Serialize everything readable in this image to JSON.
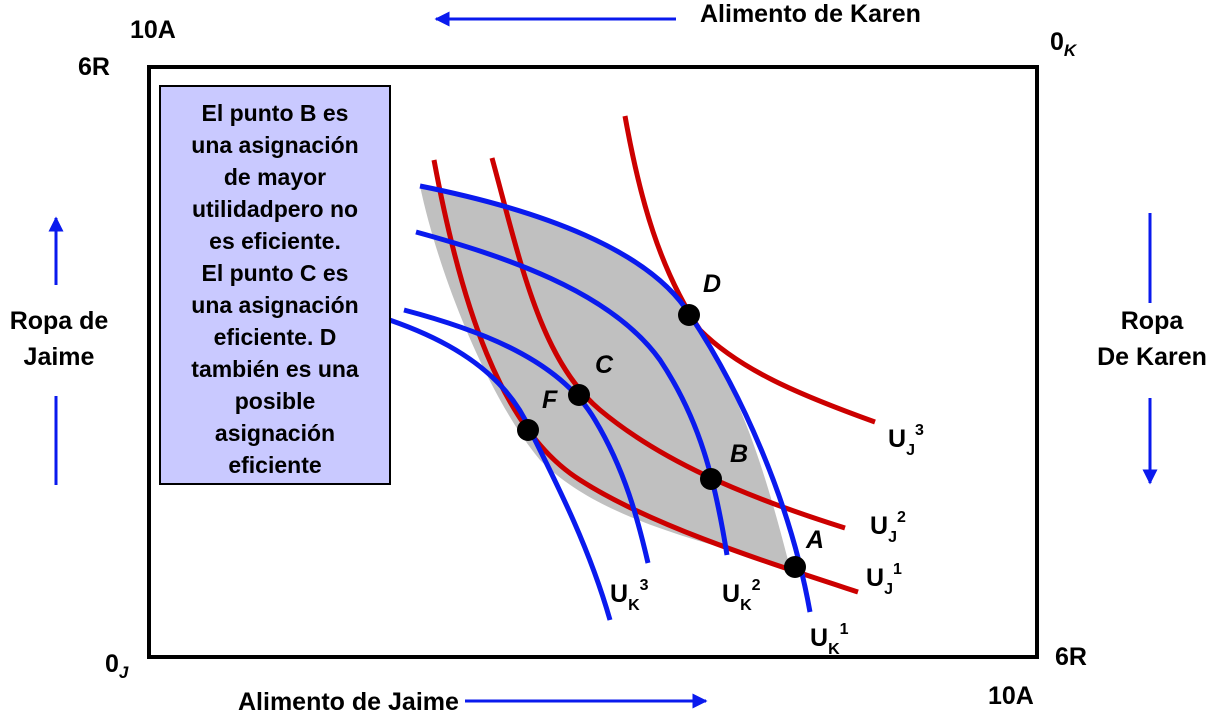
{
  "corners": {
    "top_left_a": "10A",
    "top_left_r": "6R",
    "top_right": "0",
    "top_right_sub": "K",
    "bottom_left": "0",
    "bottom_left_sub": "J",
    "bottom_right_r": "6R",
    "bottom_right_a": "10A"
  },
  "axes": {
    "top": "Alimento de Karen",
    "bottom": "Alimento de Jaime",
    "left_line1": "Ropa de",
    "left_line2": "Jaime",
    "right_line1": "Ropa",
    "right_line2": "De Karen"
  },
  "note_lines": [
    "El punto B es",
    "una asignación",
    "de mayor",
    "utilidadpero no",
    "es eficiente.",
    "El punto C es",
    "una asignación",
    "eficiente. D",
    "también es una",
    "posible",
    "asignación",
    "eficiente"
  ],
  "points": [
    "A",
    "B",
    "C",
    "D",
    "F"
  ],
  "curves": {
    "uj1": {
      "main": "U",
      "sub": "J",
      "sup": "1"
    },
    "uj2": {
      "main": "U",
      "sub": "J",
      "sup": "2"
    },
    "uj3": {
      "main": "U",
      "sub": "J",
      "sup": "3"
    },
    "uk1": {
      "main": "U",
      "sub": "K",
      "sup": "1"
    },
    "uk2": {
      "main": "U",
      "sub": "K",
      "sup": "2"
    },
    "uk3": {
      "main": "U",
      "sub": "K",
      "sup": "3"
    }
  },
  "colors": {
    "jaime_curves": "#cc0000",
    "karen_curves": "#0a1aee",
    "lens": "#c0c0c0",
    "note_bg": "#c9c9ff",
    "arrows": "#0a1aee"
  }
}
